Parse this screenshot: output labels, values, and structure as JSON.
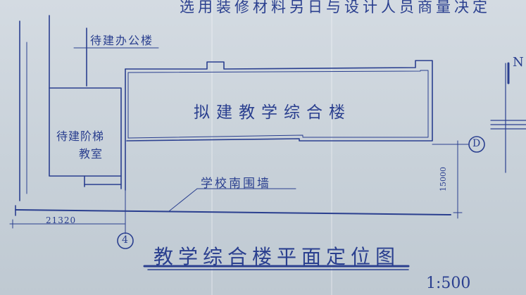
{
  "labels": {
    "top_note": "选用装修材料另日与设计人员商量决定",
    "office_building": "待建办公楼",
    "classroom_line1": "待建阶梯",
    "classroom_line2": "教室",
    "main_building": "拟建教学综合楼",
    "south_wall": "学校南围墙",
    "dimension_horizontal": "21320",
    "dimension_vertical": "15000",
    "axis_4": "4",
    "axis_d": "D",
    "north_mark": "N",
    "title": "教学综合楼平面定位图",
    "scale": "1:500"
  },
  "colors": {
    "ink": "#2a3f8f",
    "paper": "#cfd7de"
  }
}
